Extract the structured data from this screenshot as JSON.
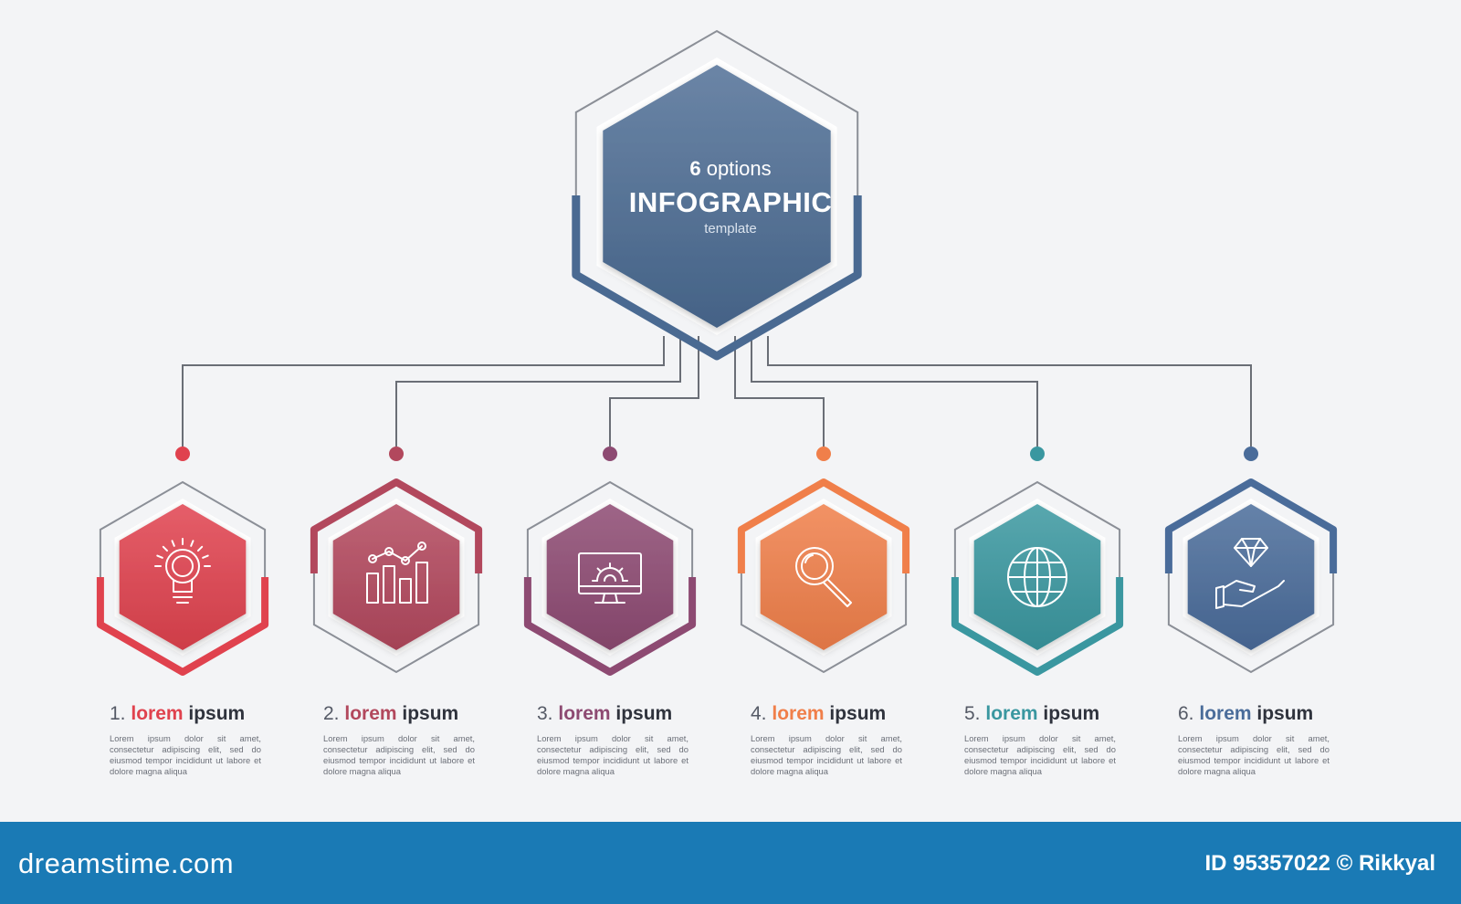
{
  "hub": {
    "number": "6",
    "kicker_rest": " options",
    "title": "INFOGRAPHIC",
    "subtitle": "template"
  },
  "options": [
    {
      "num": "1.",
      "accent_word": "lorem",
      "rest_word": " ipsum",
      "color": "#e0424e",
      "icon": "lightbulb-icon",
      "body": "Lorem ipsum dolor sit amet, consectetur adipiscing elit, sed do eiusmod tempor incididunt ut labore et dolore magna aliqua"
    },
    {
      "num": "2.",
      "accent_word": "lorem",
      "rest_word": " ipsum",
      "color": "#b2485d",
      "icon": "bar-chart-icon",
      "body": "Lorem ipsum dolor sit amet, consectetur adipiscing elit, sed do eiusmod tempor incididunt ut labore et dolore magna aliqua"
    },
    {
      "num": "3.",
      "accent_word": "lorem",
      "rest_word": " ipsum",
      "color": "#8d4a72",
      "icon": "monitor-gear-icon",
      "body": "Lorem ipsum dolor sit amet, consectetur adipiscing elit, sed do eiusmod tempor incididunt ut labore et dolore magna aliqua"
    },
    {
      "num": "4.",
      "accent_word": "lorem",
      "rest_word": " ipsum",
      "color": "#f07f4a",
      "icon": "magnifier-icon",
      "body": "Lorem ipsum dolor sit amet, consectetur adipiscing elit, sed do eiusmod tempor incididunt ut labore et dolore magna aliqua"
    },
    {
      "num": "5.",
      "accent_word": "lorem",
      "rest_word": " ipsum",
      "color": "#3a97a0",
      "icon": "globe-icon",
      "body": "Lorem ipsum dolor sit amet, consectetur adipiscing elit, sed do eiusmod tempor incididunt ut labore et dolore magna aliqua"
    },
    {
      "num": "6.",
      "accent_word": "lorem",
      "rest_word": " ipsum",
      "color": "#4a6c9a",
      "icon": "diamond-hand-icon",
      "body": "Lorem ipsum dolor sit amet, consectetur adipiscing elit, sed do eiusmod tempor incididunt ut labore et dolore magna aliqua"
    }
  ],
  "colors": {
    "background": "#f3f4f6",
    "hub": "#4a6a92",
    "connector": "#6a6e76",
    "footer": "#1a7ab5"
  },
  "footer": {
    "brand": "dreamstime.com",
    "credit": "ID 95357022 © Rikkyal"
  }
}
